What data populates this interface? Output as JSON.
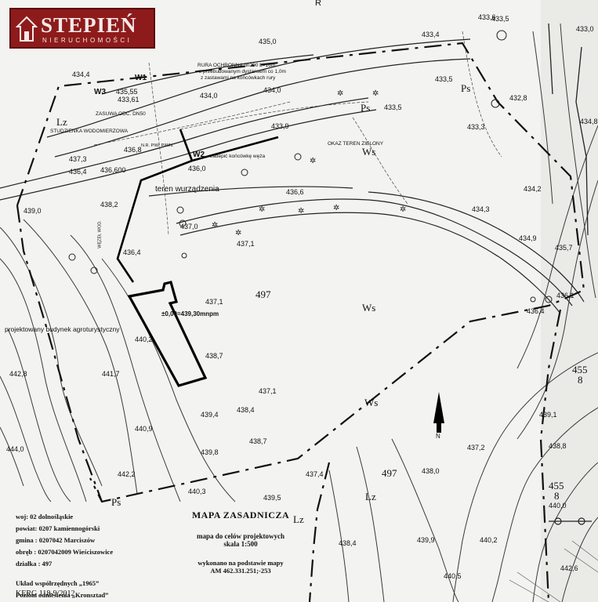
{
  "brand": {
    "name": "STEPIEŃ",
    "tagline": "NIERUCHOMOŚCI",
    "color": "#8e1b1b"
  },
  "map": {
    "compass_letter": "N",
    "top_letter": "R",
    "parcel_numbers": [
      "497",
      "497",
      "455",
      "8",
      "455",
      "8"
    ],
    "land_use": [
      "Ps",
      "Ps",
      "Ws",
      "Ws",
      "Ws",
      "Lz",
      "Lz",
      "Lz",
      "Ps"
    ],
    "point_labels": [
      "W1",
      "W2",
      "W3"
    ],
    "annotations": [
      "RURA OCHRONNA dn200 L=16m",
      "z przebudowanym dystansem co 1,0m",
      "z zastawami na końcówkach rury",
      "ZASUWA ODC. DN50",
      "STUDZIENKA WODOMIERZOWA",
      "zadepić końcówkę węża",
      "OKAZ TEREN ZIELONY",
      "teren  wurządzenia",
      "projektowany budynek agroturystyczny",
      "±0,00=439,30mnpm",
      "N.R. PIW. PIWN.",
      "WĘZEŁ WOD."
    ],
    "heights": [
      "433,6",
      "433,5",
      "433,4",
      "433,0",
      "432,8",
      "433,3",
      "434,8",
      "434,4",
      "435,55",
      "433,61",
      "435,0",
      "434,0",
      "433,5",
      "433,9",
      "433,5",
      "434,0",
      "436,8",
      "437,3",
      "436,4",
      "436,600",
      "436,0",
      "439,0",
      "438,2",
      "436,6",
      "437,0",
      "437,1",
      "436,4",
      "434,3",
      "434,2",
      "434,9",
      "435,7",
      "436,1",
      "437,1",
      "436,4",
      "440,2",
      "442,8",
      "441,7",
      "440,9",
      "439,4",
      "438,7",
      "437,1",
      "438,4",
      "439,8",
      "442,2",
      "440,3",
      "439,5",
      "437,4",
      "438,7",
      "437,2",
      "439,1",
      "438,0",
      "438,4",
      "440,2",
      "439,9",
      "440,5",
      "442,6",
      "444,0",
      "438,8",
      "440,0"
    ]
  },
  "info": {
    "woj": "woj: 02 dolnośląskie",
    "powiat": "powiat: 0207 kamiennogórski",
    "gmina": "gmina : 0207042 Marciszów",
    "obreb": "obręb : 0207042009 Wieściszowice",
    "dzialka": "działka :  497",
    "uklad": "Układ współrzędnych  „1965”",
    "poziom": "Poziom odniesienia „Kronsztad”",
    "kerg": "KERG 118-9/2012"
  },
  "title": {
    "main": "MAPA ZASADNICZA",
    "purpose": "mapa do celów projektowych",
    "scale": "skala 1:500",
    "basis": "wykonano na podstawie mapy",
    "am": "AM  462.331.251;-253"
  }
}
